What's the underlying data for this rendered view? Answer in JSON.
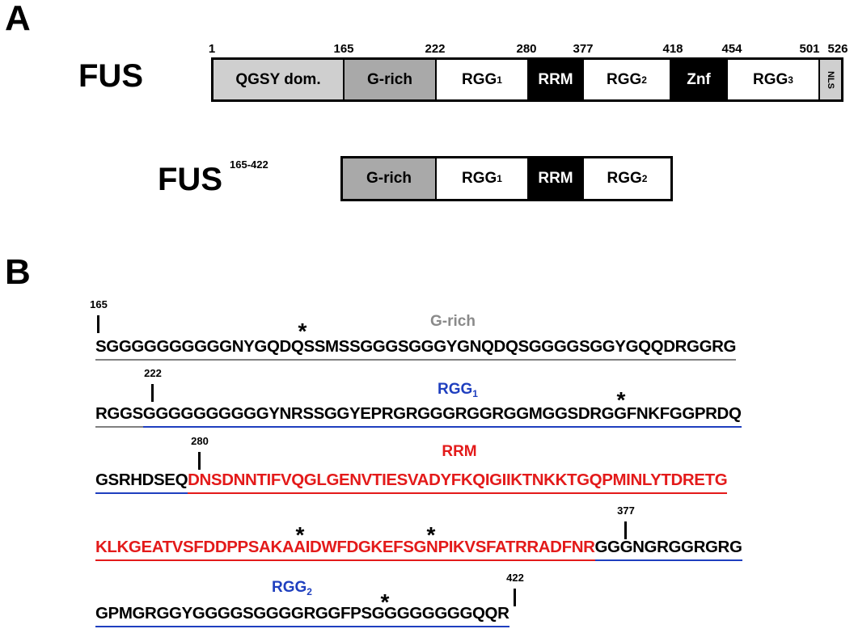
{
  "panel_a": {
    "letter": "A",
    "fus_full": {
      "name": "FUS",
      "positions": [
        "1",
        "165",
        "222",
        "280",
        "377",
        "418",
        "454",
        "501",
        "526"
      ],
      "domains": [
        {
          "label": "QGSY dom.",
          "sub": "",
          "fill": "light"
        },
        {
          "label": "G-rich",
          "sub": "",
          "fill": "grey"
        },
        {
          "label": "RGG",
          "sub": "1",
          "fill": "white"
        },
        {
          "label": "RRM",
          "sub": "",
          "fill": "black"
        },
        {
          "label": "RGG",
          "sub": "2",
          "fill": "white"
        },
        {
          "label": "Znf",
          "sub": "",
          "fill": "black"
        },
        {
          "label": "RGG",
          "sub": "3",
          "fill": "white"
        },
        {
          "label": "NLS",
          "sub": "",
          "fill": "light"
        }
      ]
    },
    "fus_truncated": {
      "name": "FUS",
      "superscript": "165-422",
      "domains": [
        {
          "label": "G-rich",
          "sub": "",
          "fill": "grey"
        },
        {
          "label": "RGG",
          "sub": "1",
          "fill": "white"
        },
        {
          "label": "RRM",
          "sub": "",
          "fill": "black"
        },
        {
          "label": "RGG",
          "sub": "2",
          "fill": "white"
        }
      ]
    }
  },
  "panel_b": {
    "letter": "B",
    "labels": {
      "grich": "G-rich",
      "rgg1": "RGG",
      "rgg1_sub": "1",
      "rrm": "RRM",
      "rgg2": "RGG",
      "rgg2_sub": "2"
    },
    "markers": {
      "m165": "165",
      "m222": "222",
      "m280": "280",
      "m377": "377",
      "m422": "422"
    },
    "star": "*",
    "lines": {
      "l1": {
        "a": "SGGGGGGGGGGNYGQ",
        "b": "D",
        "c": "QSSMSSGGGSGGGYGNQDQSGGGGSGGYGQQDRGGRG"
      },
      "l2": {
        "a": "RGGS",
        "b": "GGGGGGGGGGYNRSSGGYEPRGRGGGRGGRGGMGGS",
        "c": "D",
        "d": "RGGFNKFGGPRDQ"
      },
      "l3": {
        "a": "GSRHDSEQ",
        "b": "DNSDNNTIFVQGLGENVTIESVADYFKQIGIIKTNKKTGQPMINLYTDRETG"
      },
      "l4": {
        "a": "KLKGEATVSFDDPPSAKA",
        "b": "A",
        "c": "IDWFDGKEF",
        "d": "S",
        "e": "GNPIKVSFATRRADFNR",
        "f": "GGGNGRGGRGRG"
      },
      "l5": {
        "a": "GPMGRGGYGGGGSGGGGRGGFP",
        "b": "S",
        "c": "GGGGGGGGQQR"
      }
    }
  },
  "colors": {
    "grich_label": "#8a8a8a",
    "rgg_label": "#1f3fbf",
    "rrm": "#e31a1a"
  }
}
